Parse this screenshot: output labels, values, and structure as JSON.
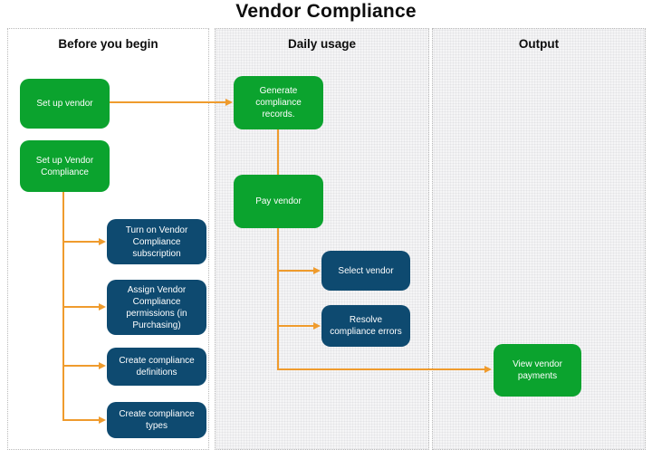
{
  "title": "Vendor Compliance",
  "colors": {
    "green": "#0ba32e",
    "blue": "#0e4a70",
    "orange": "#ef9b2d"
  },
  "columns": [
    {
      "label": "Before you begin"
    },
    {
      "label": "Daily usage"
    },
    {
      "label": "Output"
    }
  ],
  "nodes": {
    "set_up_vendor": "Set up vendor",
    "set_up_vendor_compliance": "Set up Vendor Compliance",
    "turn_on_subscription": "Turn on Vendor Compliance subscription",
    "assign_permissions": "Assign Vendor Compliance permissions (in Purchasing)",
    "create_definitions": "Create compliance definitions",
    "create_types": "Create compliance types",
    "generate_records": "Generate compliance records.",
    "pay_vendor": "Pay vendor",
    "select_vendor": "Select vendor",
    "resolve_errors": "Resolve compliance errors",
    "view_payments": "View vendor payments"
  }
}
